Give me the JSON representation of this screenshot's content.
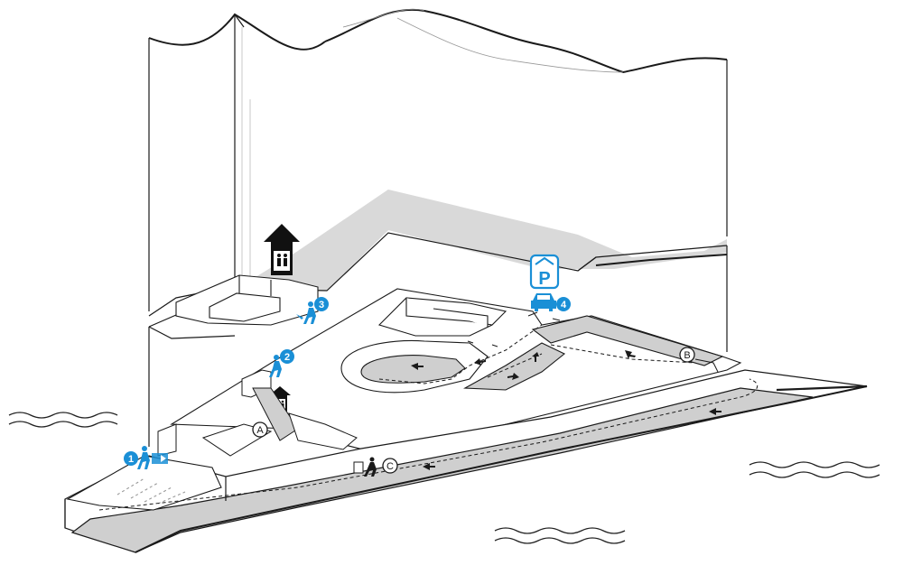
{
  "markers": {
    "step1": "1",
    "step2": "2",
    "step3": "3",
    "step4": "4",
    "point_a": "A",
    "point_b": "B",
    "point_c": "C",
    "parking_sign": "P"
  },
  "colors": {
    "accent_blue": "#1a8fd6",
    "line": "#1a1a1a",
    "shadow": "#d9d9d9",
    "ramp": "#cfcfcf"
  },
  "icons": {
    "elevator_top": "elevator-people-icon",
    "elevator_mid": "elevator-people-icon",
    "parking": "parking-sign-icon",
    "car": "car-icon",
    "pedestrian": "walking-person-icon",
    "water": "wave-icon"
  }
}
